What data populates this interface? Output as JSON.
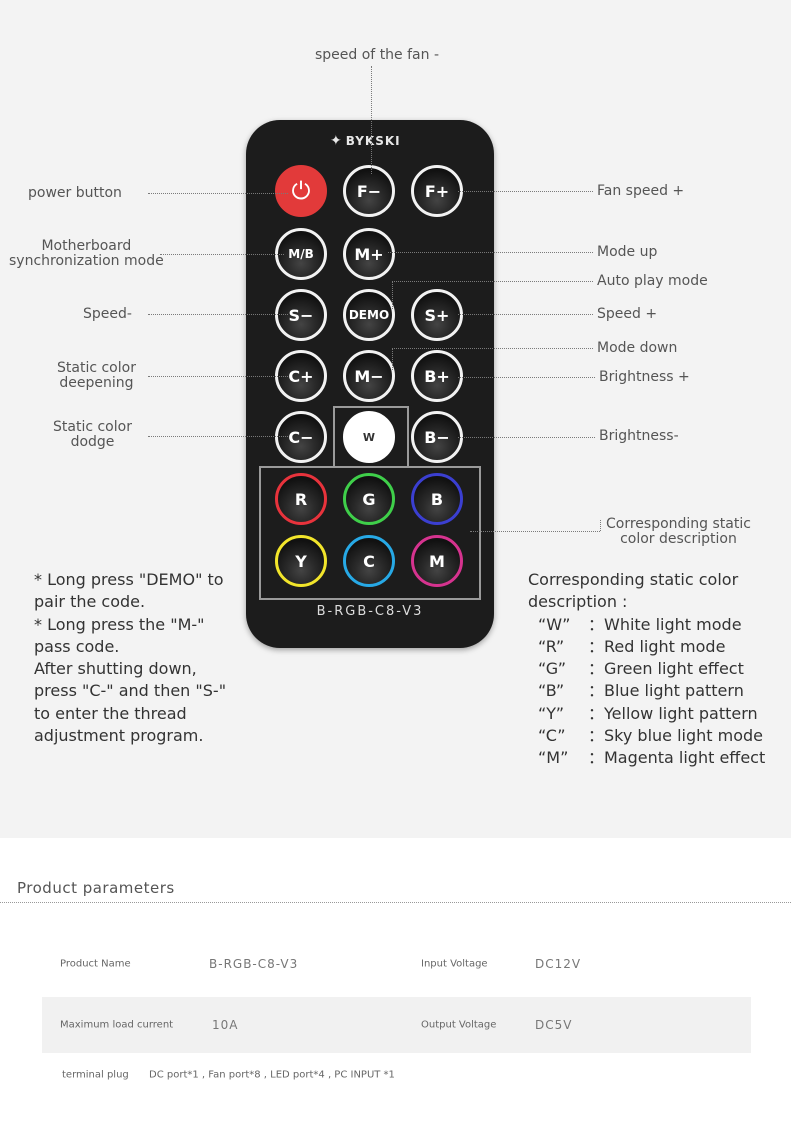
{
  "brand": "BYKSKI",
  "remote_model": "B-RGB-C8-V3",
  "buttons": {
    "power_glyph": "⏻",
    "f_minus": "F−",
    "f_plus": "F+",
    "mb": "M/B",
    "m_plus": "M+",
    "s_minus": "S−",
    "demo": "DEMO",
    "s_plus": "S+",
    "c_plus": "C+",
    "m_minus": "M−",
    "b_plus": "B+",
    "c_minus": "C−",
    "w": "W",
    "b_minus": "B−",
    "r": "R",
    "g": "G",
    "b": "B",
    "y": "Y",
    "c": "C",
    "m": "M"
  },
  "colors": {
    "power": "#e23a3a",
    "r": "#e8333c",
    "g": "#3fcf4a",
    "b": "#3b3fd1",
    "y": "#f2e52b",
    "c": "#27a9e6",
    "m": "#d6338f"
  },
  "callouts": {
    "fan_speed_down": "speed of the fan -",
    "power": "power button",
    "motherboard_sync": "Motherboard\nsynchronization mode",
    "speed_down": "Speed-",
    "static_deepen": "Static color\ndeepening",
    "static_dodge": "Static color\ndodge",
    "fan_speed_up": "Fan speed +",
    "mode_up": "Mode up",
    "auto_play": "Auto play mode",
    "speed_up": "Speed +",
    "mode_down": "Mode down",
    "brightness_up": "Brightness +",
    "brightness_down": "Brightness-",
    "static_desc": "Corresponding static\ncolor description"
  },
  "notes": [
    "* Long press \"DEMO\" to",
    "pair the code.",
    "* Long press the \"M-\"",
    "pass code.",
    "After shutting down,",
    "press \"C-\" and then \"S-\"",
    "to enter the thread",
    "adjustment program."
  ],
  "color_description": {
    "title1": "Corresponding static color",
    "title2": "description :",
    "items": [
      {
        "key": "“W”",
        "value": "：White light mode"
      },
      {
        "key": "“R”",
        "value": "：Red light mode"
      },
      {
        "key": "“G”",
        "value": "：Green light effect"
      },
      {
        "key": "“B”",
        "value": "：Blue light pattern"
      },
      {
        "key": "“Y”",
        "value": "：Yellow light pattern"
      },
      {
        "key": "“C”",
        "value": "：Sky blue light mode"
      },
      {
        "key": "“M”",
        "value": "：Magenta light effect"
      }
    ]
  },
  "params": {
    "title": "Product parameters",
    "product_name_label": "Product Name",
    "product_name": "B-RGB-C8-V3",
    "input_voltage_label": "Input Voltage",
    "input_voltage": "DC12V",
    "max_current_label": "Maximum load current",
    "max_current": "10A",
    "output_voltage_label": "Output Voltage",
    "output_voltage": "DC5V",
    "terminal_label": "terminal plug",
    "terminal": "DC port*1 , Fan port*8 , LED port*4 , PC INPUT *1"
  }
}
